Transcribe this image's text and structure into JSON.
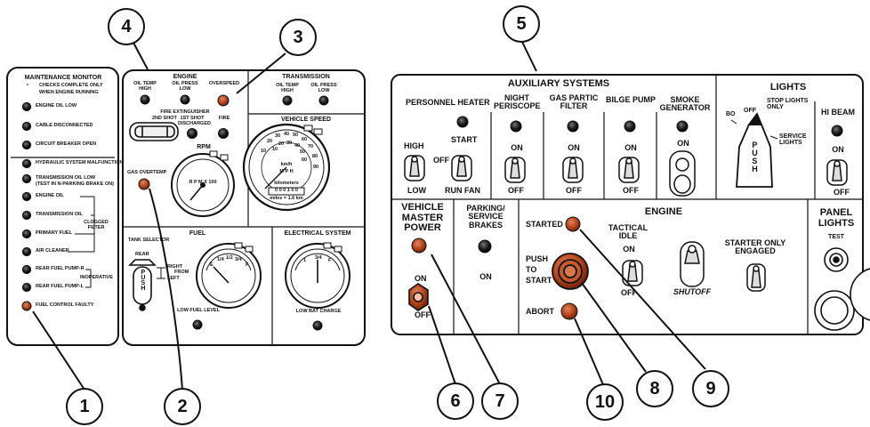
{
  "callouts": [
    "1",
    "2",
    "3",
    "4",
    "5",
    "6",
    "7",
    "8",
    "9",
    "10"
  ],
  "maintenance": {
    "title": "MAINTENANCE MONITOR",
    "note1": "CHECKS COMPLETE ONLY",
    "note2": "WHEN ENGINE RUNNING",
    "items": [
      "ENGINE OIL LOW",
      "CABLE DISCONNECTED",
      "CIRCUIT BREAKER OPEN",
      "HYDRAULIC SYSTEM MALFUNCTION",
      "TRANSMISSION OIL LOW",
      "(TEST IN N-PARKING BRAKE ON)",
      "ENGINE OIL",
      "TRANSMISSION OIL",
      "PRIMARY FUEL",
      "AIR CLEANER",
      "REAR FUEL PUMP-R",
      "REAR FUEL PUMP-L",
      "FUEL CONTROL FAULTY"
    ],
    "clogged_filter": "CLOGGED FILTER",
    "inoperative": "INOPERATIVE"
  },
  "engine_panel": {
    "title": "ENGINE",
    "oil_temp_high": "OIL TEMP HIGH",
    "oil_press_low": "OIL PRESS LOW",
    "overspeed": "OVERSPEED",
    "fire_ext": "FIRE EXTINGUISHER",
    "second_shot": "2ND SHOT",
    "first_shot": "1ST SHOT DISCHARGED",
    "fire": "FIRE",
    "rpm": "RPM",
    "gas_overtemp": "GAS OVERTEMP",
    "rpm_dial": "R P M x 100"
  },
  "transmission": {
    "title": "TRANSMISSION",
    "oil_temp_high": "OIL TEMP HIGH",
    "oil_press_low": "OIL PRESS LOW"
  },
  "speed": {
    "title": "VEHICLE SPEED",
    "unit": "km/h",
    "unit2": "M P H",
    "km": "kilometers",
    "miles": "miles = 1.6 km",
    "odometer": "0 0 0 1 0 0",
    "outer_ticks": [
      "10",
      "20",
      "30",
      "40",
      "50",
      "60",
      "70",
      "80",
      "90"
    ],
    "inner_ticks": [
      "10",
      "20",
      "30",
      "40",
      "50",
      "60"
    ]
  },
  "fuel": {
    "title": "FUEL",
    "tank_selector": "TANK SELECTOR",
    "rear": "REAR",
    "right": "RIGHT",
    "from": "FROM",
    "left": "LEFT",
    "push": "PUSH",
    "low_fuel": "LOW FUEL LEVEL",
    "scale": [
      "E",
      "1/4",
      "1/2",
      "3/4",
      "F"
    ]
  },
  "electrical": {
    "title": "ELECTRICAL SYSTEM",
    "low_bat": "LOW BAT CHARGE",
    "scale": [
      "1",
      "3/4",
      "F"
    ]
  },
  "auxiliary": {
    "title": "AUXILIARY SYSTEMS",
    "personnel_heater": "PERSONNEL HEATER",
    "start": "START",
    "high": "HIGH",
    "off": "OFF",
    "low": "LOW",
    "run_fan": "RUN FAN",
    "night_periscope": "NIGHT PERISCOPE",
    "gas_partic": "GAS PARTIC FILTER",
    "bilge_pump": "BILGE PUMP",
    "smoke_gen": "SMOKE GENERATOR",
    "on": "ON"
  },
  "lights": {
    "title": "LIGHTS",
    "bo": "BO",
    "off": "OFF",
    "stop": "STOP LIGHTS ONLY",
    "service": "SERVICE LIGHTS",
    "push": "PUSH",
    "hi_beam": "HI BEAM",
    "on": "ON",
    "off2": "OFF"
  },
  "master": {
    "title": "VEHICLE MASTER POWER",
    "on": "ON",
    "off": "OFF"
  },
  "parking": {
    "title": "PARKING/ SERVICE BRAKES",
    "on": "ON"
  },
  "engine_start": {
    "title": "ENGINE",
    "started": "STARTED",
    "push_to_start": "PUSH TO START",
    "abort": "ABORT",
    "tactical_idle": "TACTICAL IDLE",
    "on": "ON",
    "off": "OFF",
    "shutoff": "SHUTOFF",
    "starter_only": "STARTER ONLY ENGAGED"
  },
  "panel_lights": {
    "title": "PANEL LIGHTS",
    "test": "TEST"
  },
  "colors": {
    "ink": "#111111",
    "lamp_red": "#b5451b",
    "panel_bg": "#ffffff"
  }
}
